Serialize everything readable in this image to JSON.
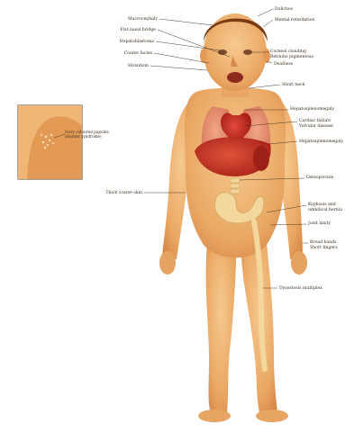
{
  "figure": {
    "inset_label_line1": "Ivory coloured papules",
    "inset_label_line2": "(Hunter syndrome)",
    "labels_left": [
      "Macrocephaly",
      "Flat nasal bridge",
      "Hepatoblastoma",
      "Coarse facies",
      "Hirsutism",
      "Thick coarse skin"
    ],
    "labels_right": [
      "Dolichos",
      "Mental retardation",
      "Corneal clouding",
      "Retinitis pigmentosa",
      "Deafness",
      "Short neck",
      "Hepatosplenomegaly",
      "Cardiac failure",
      "Valvular disease",
      "Hepatosplenomegaly",
      "Osteoporosis",
      "Kyphosis and",
      "umbilical hernia",
      "Joint laxity",
      "Broad hands",
      "Short fingers",
      "Dysostosis multiplex"
    ]
  }
}
